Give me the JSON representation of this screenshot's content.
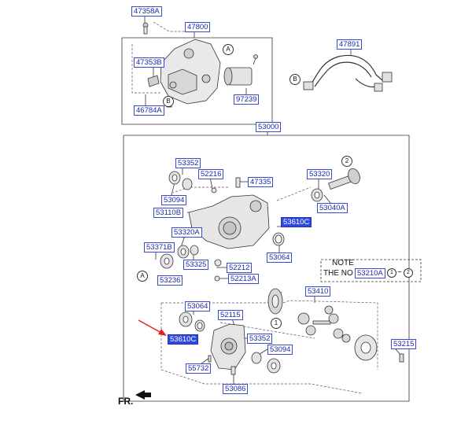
{
  "callouts": {
    "c47358A": "47358A",
    "c47800": "47800",
    "c47353B": "47353B",
    "c46784A": "46784A",
    "c97239": "97239",
    "c47891": "47891",
    "c53000": "53000",
    "c53352a": "53352",
    "c52216": "52216",
    "c47335": "47335",
    "c53094a": "53094",
    "c53320": "53320",
    "c53040A": "53040A",
    "c53110B": "53110B",
    "c53610Ca": "53610C",
    "c53320A": "53320A",
    "c53064a": "53064",
    "c53371B": "53371B",
    "c53325": "53325",
    "c52212": "52212",
    "c52213A": "52213A",
    "c53236": "53236",
    "c53410": "53410",
    "c53064b": "53064",
    "c52115": "52115",
    "c53610Cb": "53610C",
    "c53352b": "53352",
    "c53094b": "53094",
    "c53215": "53215",
    "c55732": "55732",
    "c53086": "53086",
    "c53210A": "53210A"
  },
  "markers": {
    "A": "A",
    "B": "B",
    "one": "1",
    "two": "2"
  },
  "note": {
    "title": "NOTE",
    "prefix": "THE NO",
    "suffix_one": "1",
    "dash": "~",
    "suffix_two": "2"
  },
  "direction_label": "FR.",
  "colors": {
    "label_text": "#1a2aa8",
    "label_border": "#3a4bd0",
    "highlight_fill": "#2f49e0",
    "arrow": "#e02020",
    "line": "#333333"
  }
}
